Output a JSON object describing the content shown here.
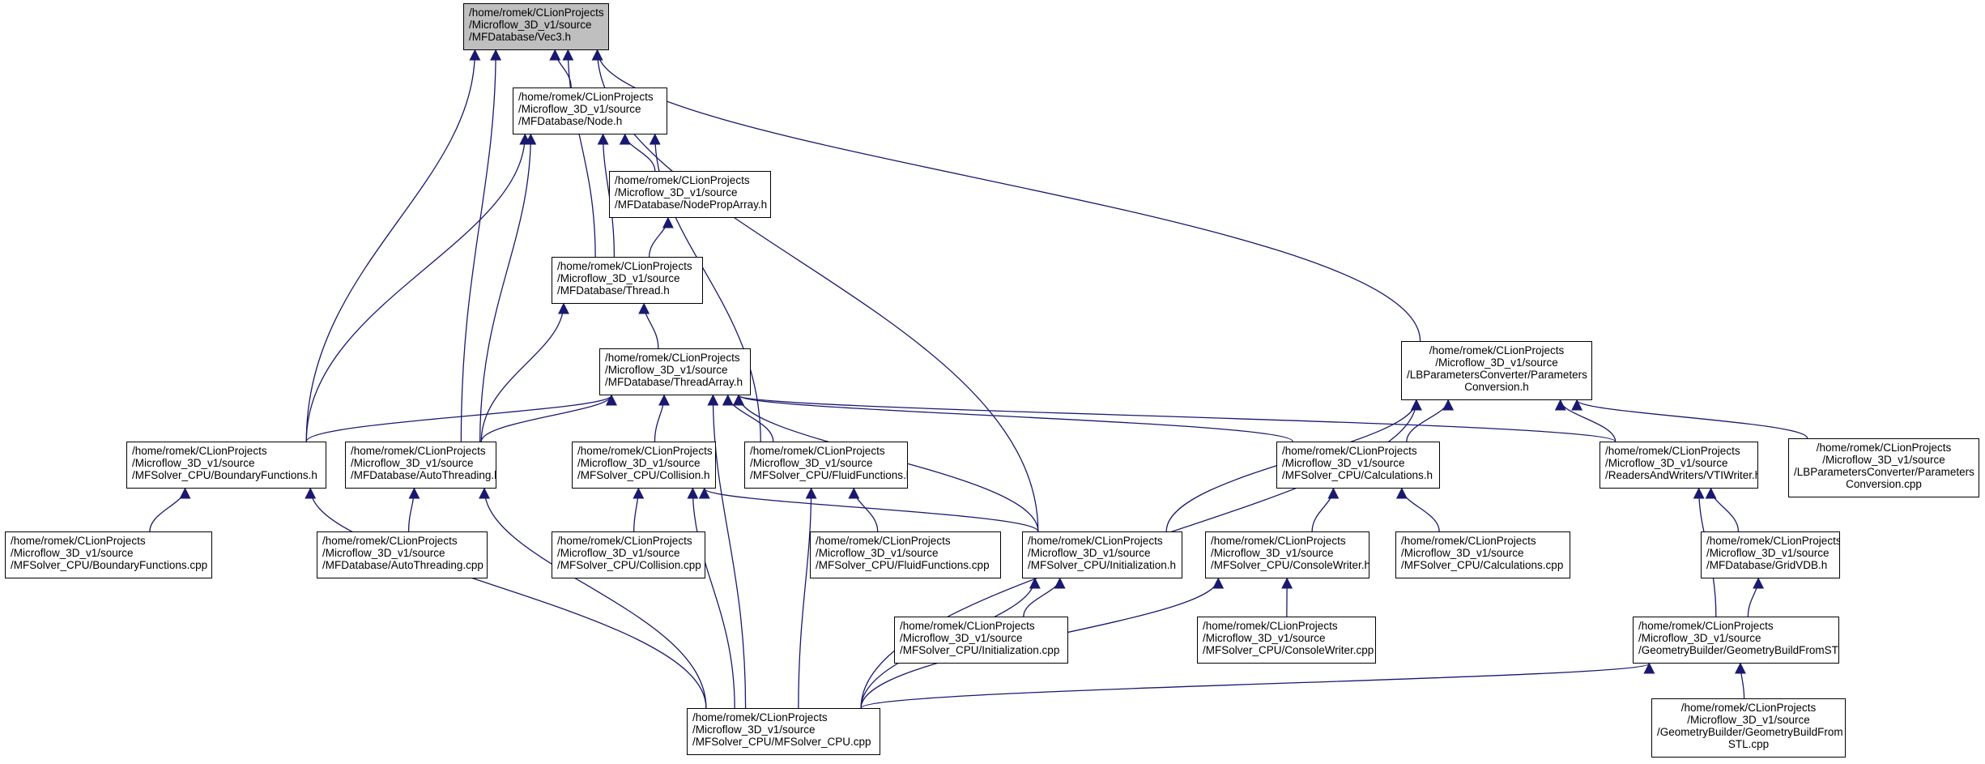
{
  "diagram": {
    "colors": {
      "edge": "#191970",
      "node_border": "#000000",
      "root_fill": "#bfbfbf",
      "node_fill": "#ffffff"
    },
    "nodes": [
      {
        "id": "vec3",
        "lines": [
          "/home/romek/CLionProjects",
          "/Microflow_3D_v1/source",
          "/MFDatabase/Vec3.h"
        ]
      },
      {
        "id": "node_h",
        "lines": [
          "/home/romek/CLionProjects",
          "/Microflow_3D_v1/source",
          "/MFDatabase/Node.h"
        ]
      },
      {
        "id": "nodeproparray_h",
        "lines": [
          "/home/romek/CLionProjects",
          "/Microflow_3D_v1/source",
          "/MFDatabase/NodePropArray.h"
        ]
      },
      {
        "id": "thread_h",
        "lines": [
          "/home/romek/CLionProjects",
          "/Microflow_3D_v1/source",
          "/MFDatabase/Thread.h"
        ]
      },
      {
        "id": "threadarray_h",
        "lines": [
          "/home/romek/CLionProjects",
          "/Microflow_3D_v1/source",
          "/MFDatabase/ThreadArray.h"
        ]
      },
      {
        "id": "boundary_h",
        "lines": [
          "/home/romek/CLionProjects",
          "/Microflow_3D_v1/source",
          "/MFSolver_CPU/BoundaryFunctions.h"
        ]
      },
      {
        "id": "autothreading_h",
        "lines": [
          "/home/romek/CLionProjects",
          "/Microflow_3D_v1/source",
          "/MFDatabase/AutoThreading.h"
        ]
      },
      {
        "id": "collision_h",
        "lines": [
          "/home/romek/CLionProjects",
          "/Microflow_3D_v1/source",
          "/MFSolver_CPU/Collision.h"
        ]
      },
      {
        "id": "fluid_h",
        "lines": [
          "/home/romek/CLionProjects",
          "/Microflow_3D_v1/source",
          "/MFSolver_CPU/FluidFunctions.h"
        ]
      },
      {
        "id": "paramconv_h",
        "lines": [
          "/home/romek/CLionProjects",
          "/Microflow_3D_v1/source",
          "/LBParametersConverter/Parameters",
          "Conversion.h"
        ]
      },
      {
        "id": "calc_h",
        "lines": [
          "/home/romek/CLionProjects",
          "/Microflow_3D_v1/source",
          "/MFSolver_CPU/Calculations.h"
        ]
      },
      {
        "id": "vtiwriter_h",
        "lines": [
          "/home/romek/CLionProjects",
          "/Microflow_3D_v1/source",
          "/ReadersAndWriters/VTIWriter.h"
        ]
      },
      {
        "id": "paramconv_cpp",
        "lines": [
          "/home/romek/CLionProjects",
          "/Microflow_3D_v1/source",
          "/LBParametersConverter/Parameters",
          "Conversion.cpp"
        ]
      },
      {
        "id": "boundary_cpp",
        "lines": [
          "/home/romek/CLionProjects",
          "/Microflow_3D_v1/source",
          "/MFSolver_CPU/BoundaryFunctions.cpp"
        ]
      },
      {
        "id": "autothreading_cpp",
        "lines": [
          "/home/romek/CLionProjects",
          "/Microflow_3D_v1/source",
          "/MFDatabase/AutoThreading.cpp"
        ]
      },
      {
        "id": "collision_cpp",
        "lines": [
          "/home/romek/CLionProjects",
          "/Microflow_3D_v1/source",
          "/MFSolver_CPU/Collision.cpp"
        ]
      },
      {
        "id": "fluid_cpp",
        "lines": [
          "/home/romek/CLionProjects",
          "/Microflow_3D_v1/source",
          "/MFSolver_CPU/FluidFunctions.cpp"
        ]
      },
      {
        "id": "init_h",
        "lines": [
          "/home/romek/CLionProjects",
          "/Microflow_3D_v1/source",
          "/MFSolver_CPU/Initialization.h"
        ]
      },
      {
        "id": "consolewriter_h",
        "lines": [
          "/home/romek/CLionProjects",
          "/Microflow_3D_v1/source",
          "/MFSolver_CPU/ConsoleWriter.h"
        ]
      },
      {
        "id": "calc_cpp",
        "lines": [
          "/home/romek/CLionProjects",
          "/Microflow_3D_v1/source",
          "/MFSolver_CPU/Calculations.cpp"
        ]
      },
      {
        "id": "gridvdb_h",
        "lines": [
          "/home/romek/CLionProjects",
          "/Microflow_3D_v1/source",
          "/MFDatabase/GridVDB.h"
        ]
      },
      {
        "id": "init_cpp",
        "lines": [
          "/home/romek/CLionProjects",
          "/Microflow_3D_v1/source",
          "/MFSolver_CPU/Initialization.cpp"
        ]
      },
      {
        "id": "consolewriter_cpp",
        "lines": [
          "/home/romek/CLionProjects",
          "/Microflow_3D_v1/source",
          "/MFSolver_CPU/ConsoleWriter.cpp"
        ]
      },
      {
        "id": "geomstl_h",
        "lines": [
          "/home/romek/CLionProjects",
          "/Microflow_3D_v1/source",
          "/GeometryBuilder/GeometryBuildFromSTL.h"
        ]
      },
      {
        "id": "mfsolver_cpp",
        "lines": [
          "/home/romek/CLionProjects",
          "/Microflow_3D_v1/source",
          "/MFSolver_CPU/MFSolver_CPU.cpp"
        ]
      },
      {
        "id": "geomstl_cpp",
        "lines": [
          "/home/romek/CLionProjects",
          "/Microflow_3D_v1/source",
          "/GeometryBuilder/GeometryBuildFrom",
          "STL.cpp"
        ]
      }
    ],
    "edges": [
      {
        "from": "node_h",
        "to": "vec3"
      },
      {
        "from": "thread_h",
        "to": "vec3"
      },
      {
        "from": "boundary_h",
        "to": "vec3"
      },
      {
        "from": "autothreading_h",
        "to": "vec3"
      },
      {
        "from": "init_h",
        "to": "vec3"
      },
      {
        "from": "paramconv_h",
        "to": "vec3"
      },
      {
        "from": "nodeproparray_h",
        "to": "node_h"
      },
      {
        "from": "thread_h",
        "to": "node_h"
      },
      {
        "from": "boundary_h",
        "to": "node_h"
      },
      {
        "from": "autothreading_h",
        "to": "node_h"
      },
      {
        "from": "fluid_h",
        "to": "node_h"
      },
      {
        "from": "thread_h",
        "to": "nodeproparray_h"
      },
      {
        "from": "threadarray_h",
        "to": "thread_h"
      },
      {
        "from": "autothreading_h",
        "to": "thread_h"
      },
      {
        "from": "boundary_h",
        "to": "threadarray_h"
      },
      {
        "from": "autothreading_h",
        "to": "threadarray_h"
      },
      {
        "from": "collision_h",
        "to": "threadarray_h"
      },
      {
        "from": "fluid_h",
        "to": "threadarray_h"
      },
      {
        "from": "init_h",
        "to": "threadarray_h"
      },
      {
        "from": "calc_h",
        "to": "threadarray_h"
      },
      {
        "from": "vtiwriter_h",
        "to": "threadarray_h"
      },
      {
        "from": "mfsolver_cpp",
        "to": "threadarray_h"
      },
      {
        "from": "init_h",
        "to": "paramconv_h"
      },
      {
        "from": "calc_h",
        "to": "paramconv_h"
      },
      {
        "from": "vtiwriter_h",
        "to": "paramconv_h"
      },
      {
        "from": "paramconv_cpp",
        "to": "paramconv_h"
      },
      {
        "from": "mfsolver_cpp",
        "to": "paramconv_h"
      },
      {
        "from": "boundary_cpp",
        "to": "boundary_h"
      },
      {
        "from": "mfsolver_cpp",
        "to": "boundary_h"
      },
      {
        "from": "autothreading_cpp",
        "to": "autothreading_h"
      },
      {
        "from": "mfsolver_cpp",
        "to": "autothreading_h"
      },
      {
        "from": "collision_cpp",
        "to": "collision_h"
      },
      {
        "from": "init_h",
        "to": "collision_h"
      },
      {
        "from": "mfsolver_cpp",
        "to": "collision_h"
      },
      {
        "from": "fluid_cpp",
        "to": "fluid_h"
      },
      {
        "from": "mfsolver_cpp",
        "to": "fluid_h"
      },
      {
        "from": "init_cpp",
        "to": "init_h"
      },
      {
        "from": "mfsolver_cpp",
        "to": "init_h"
      },
      {
        "from": "consolewriter_h",
        "to": "calc_h"
      },
      {
        "from": "calc_cpp",
        "to": "calc_h"
      },
      {
        "from": "consolewriter_cpp",
        "to": "consolewriter_h"
      },
      {
        "from": "mfsolver_cpp",
        "to": "consolewriter_h"
      },
      {
        "from": "gridvdb_h",
        "to": "vtiwriter_h"
      },
      {
        "from": "geomstl_h",
        "to": "vtiwriter_h"
      },
      {
        "from": "geomstl_h",
        "to": "gridvdb_h"
      },
      {
        "from": "mfsolver_cpp",
        "to": "geomstl_h"
      },
      {
        "from": "geomstl_cpp",
        "to": "geomstl_h"
      }
    ]
  }
}
